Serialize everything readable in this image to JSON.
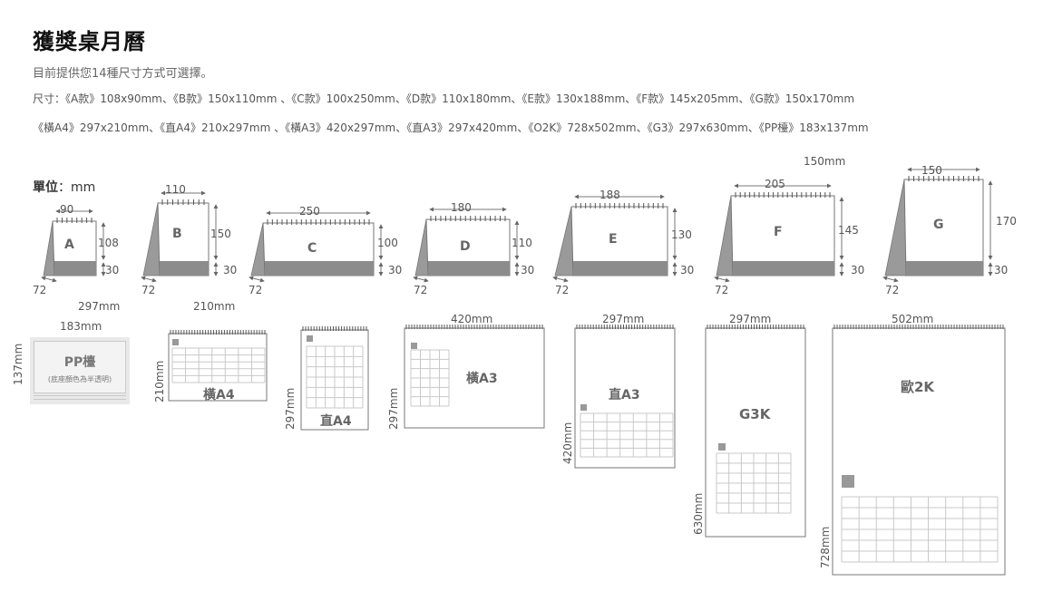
{
  "page": {
    "title": "獲獎桌月曆",
    "intro": "目前提供您14種尺寸方式可選擇。",
    "spec_line1": "尺寸：《A款》108x90mm、《B款》150x110mm 、《C款》100x250mm、《D款》110x180mm、《E款》130x188mm、《F款》145x205mm、《G款》150x170mm",
    "spec_line2": "《橫A4》297x210mm、《直A4》210x297mm 、《橫A3》420x297mm、《直A3》297x420mm、《O2K》728x502mm、《G3》297x630mm、《PP檯》183x137mm",
    "unit_label": "單位",
    "unit_value": "：mm"
  },
  "desk": {
    "A": {
      "letter": "A",
      "width": "90",
      "height": "108",
      "base": "30",
      "depth": "72"
    },
    "B": {
      "letter": "B",
      "width": "110",
      "height": "150",
      "base": "30",
      "depth": "72"
    },
    "C": {
      "letter": "C",
      "width": "250",
      "height": "100",
      "base": "30",
      "depth": "72"
    },
    "D": {
      "letter": "D",
      "width": "180",
      "height": "110",
      "base": "30",
      "depth": "72"
    },
    "E": {
      "letter": "E",
      "width": "188",
      "height": "130",
      "base": "30",
      "depth": "72"
    },
    "F": {
      "letter": "F",
      "width": "205",
      "height": "145",
      "base": "30",
      "depth": "72"
    },
    "G": {
      "letter": "G",
      "width": "150",
      "height": "170",
      "base": "30",
      "depth": "72",
      "top_extra": "150mm"
    }
  },
  "wall": {
    "pp": {
      "name": "PP檯",
      "note": "(底座顏色為半透明)",
      "width": "183mm",
      "height": "137mm"
    },
    "a4h": {
      "name": "橫A4",
      "width": "297mm",
      "height": "210mm"
    },
    "a4v": {
      "name": "直A4",
      "width": "210mm",
      "height": "297mm"
    },
    "a3h": {
      "name": "橫A3",
      "width": "420mm",
      "height": "297mm"
    },
    "a3v": {
      "name": "直A3",
      "width": "297mm",
      "height": "420mm"
    },
    "g3k": {
      "name": "G3K",
      "width": "297mm",
      "height": "630mm"
    },
    "k2": {
      "name": "歐2K",
      "width": "502mm",
      "height": "728mm"
    }
  },
  "colors": {
    "base": "#8c8c8c",
    "outline": "#777777",
    "grid": "#c8c8c8",
    "marker": "#999999"
  }
}
